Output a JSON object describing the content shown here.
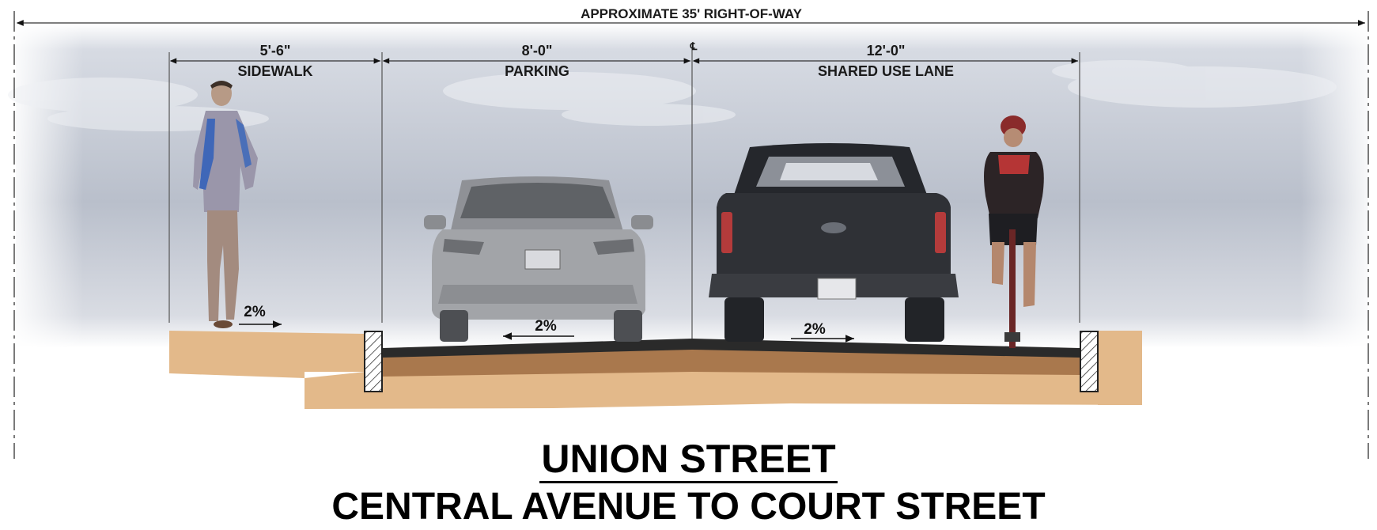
{
  "row": {
    "label": "APPROXIMATE 35' RIGHT-OF-WAY"
  },
  "segments": [
    {
      "dimension": "5'-6\"",
      "label": "SIDEWALK"
    },
    {
      "dimension": "8'-0\"",
      "label": "PARKING"
    },
    {
      "dimension": "12'-0\"",
      "label": "SHARED USE LANE"
    }
  ],
  "centerline_symbol": "℄",
  "slopes": {
    "sidewalk": "2%",
    "parking": "2%",
    "lane": "2%"
  },
  "title": {
    "line1": "UNION STREET",
    "line2": "CENTRAL AVENUE TO COURT STREET"
  },
  "colors": {
    "sky_top": "#c7ccd6",
    "sky_bottom": "#e6e9ee",
    "soil": "#e0b887",
    "soil_dark": "#a9784d",
    "asphalt": "#2a2a2a",
    "curb": "#ffffff"
  },
  "icons": [
    "pedestrian-icon",
    "sedan-rear-icon",
    "pickup-truck-rear-icon",
    "cyclist-icon"
  ]
}
